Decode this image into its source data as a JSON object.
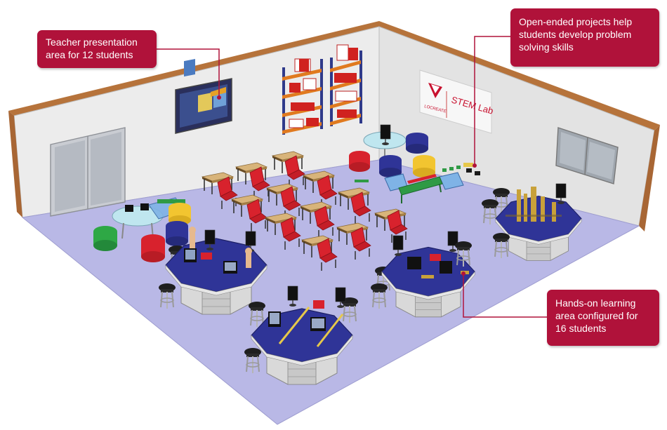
{
  "callouts": {
    "teacher": {
      "lines": [
        "Teacher presentation",
        "area for 12 students"
      ]
    },
    "projects": {
      "lines": [
        "Open-ended projects help",
        "students develop problem",
        "solving skills"
      ]
    },
    "handson": {
      "lines": [
        "Hands-on learning",
        "area configured for",
        "16 students"
      ]
    }
  },
  "wall_sign": {
    "brand": "LOCREATE",
    "title": "STEM Lab"
  },
  "colors": {
    "callout": "#b0123a",
    "floor": "#b9b8e6",
    "wall": "#ececec",
    "table_top": "#2f3497",
    "chair": "#d21f2a",
    "desk": "#caa46a",
    "shelf": "#2f3a8a"
  }
}
